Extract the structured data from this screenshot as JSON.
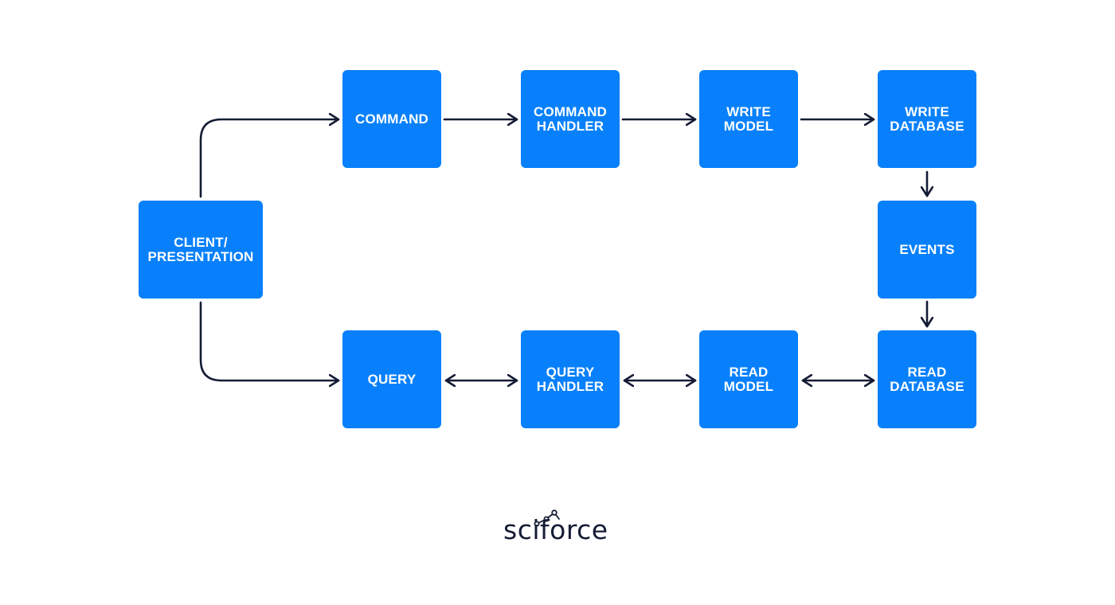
{
  "diagram": {
    "nodes": {
      "client": "CLIENT/\nPRESENTATION",
      "command": "COMMAND",
      "command_handler": "COMMAND\nHANDLER",
      "write_model": "WRITE\nMODEL",
      "write_database": "WRITE\nDATABASE",
      "events": "EVENTS",
      "read_database": "READ\nDATABASE",
      "read_model": "READ\nMODEL",
      "query_handler": "QUERY\nHANDLER",
      "query": "QUERY"
    },
    "edges": [
      {
        "from": "client",
        "to": "command",
        "direction": "forward"
      },
      {
        "from": "client",
        "to": "query",
        "direction": "forward"
      },
      {
        "from": "command",
        "to": "command_handler",
        "direction": "forward"
      },
      {
        "from": "command_handler",
        "to": "write_model",
        "direction": "forward"
      },
      {
        "from": "write_model",
        "to": "write_database",
        "direction": "forward"
      },
      {
        "from": "write_database",
        "to": "events",
        "direction": "forward"
      },
      {
        "from": "events",
        "to": "read_database",
        "direction": "forward"
      },
      {
        "from": "read_database",
        "to": "read_model",
        "direction": "both"
      },
      {
        "from": "read_model",
        "to": "query_handler",
        "direction": "both"
      },
      {
        "from": "query_handler",
        "to": "query",
        "direction": "both"
      }
    ],
    "colors": {
      "node_fill": "#0880fb",
      "node_text": "#ffffff",
      "edge": "#141b34",
      "background": "#ffffff"
    }
  },
  "logo": {
    "text": "sciforce"
  }
}
